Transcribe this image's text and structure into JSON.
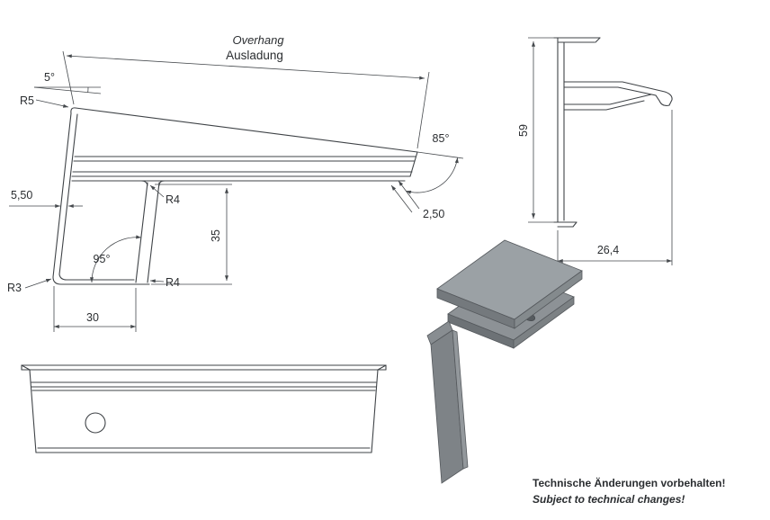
{
  "side_view": {
    "overhang_en": "Overhang",
    "overhang_de": "Ausladung",
    "angle_top": "5°",
    "r_top_left": "R5",
    "angle_front": "85°",
    "dim_wall": "5,50",
    "r_leg_top": "R4",
    "dim_height": "35",
    "angle_leg": "95°",
    "r_bottom_left": "R3",
    "r_leg_bottom": "R4",
    "dim_leg_offset": "30",
    "dim_front_edge": "2,50"
  },
  "section_view": {
    "dim_height": "59",
    "dim_depth": "26,4"
  },
  "footer": {
    "note_de": "Technische Änderungen vorbehalten!",
    "note_en": "Subject to technical changes!"
  },
  "colors": {
    "accent_cyan": "#29abe2",
    "note_blue": "#1a75bc",
    "line": "#3f4347",
    "render_gray": "#8d9296"
  }
}
